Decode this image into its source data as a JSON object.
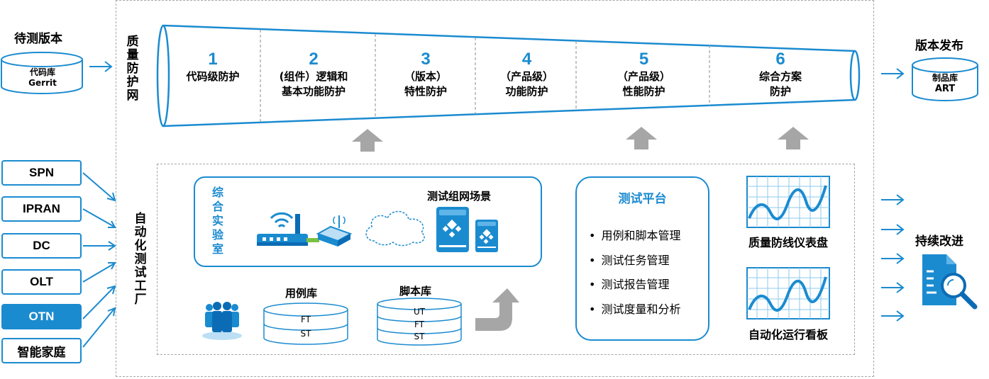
{
  "source": {
    "title": "待测版本",
    "db_line1": "代码库",
    "db_line2": "Gerrit"
  },
  "release": {
    "title": "版本发布",
    "db_line1": "制品库",
    "db_line2": "ART"
  },
  "quality_net_label": "质量防护网",
  "factory_label": "自动化测试工厂",
  "products": [
    "SPN",
    "IPRAN",
    "DC",
    "OLT",
    "OTN",
    "智能家庭"
  ],
  "active_product": "OTN",
  "stages": [
    {
      "num": "1",
      "line1": "代码级防护",
      "line2": ""
    },
    {
      "num": "2",
      "line1": "(组件）逻辑和",
      "line2": "基本功能防护"
    },
    {
      "num": "3",
      "line1": "（版本）",
      "line2": "特性防护"
    },
    {
      "num": "4",
      "line1": "（产品级）",
      "line2": "功能防护"
    },
    {
      "num": "5",
      "line1": "（产品级）",
      "line2": "性能防护"
    },
    {
      "num": "6",
      "line1": "综合方案",
      "line2": "防护"
    }
  ],
  "lab": {
    "title": "综合实验室",
    "scene_label": "测试组网场景"
  },
  "case_lib": {
    "title": "用例库",
    "rows": [
      "FT",
      "ST"
    ]
  },
  "script_lib": {
    "title": "脚本库",
    "rows": [
      "UT",
      "FT",
      "ST"
    ]
  },
  "platform": {
    "title": "测试平台",
    "items": [
      "用例和脚本管理",
      "测试任务管理",
      "测试报告管理",
      "测试度量和分析"
    ]
  },
  "dashboard1": "质量防线仪表盘",
  "dashboard2": "自动化运行看板",
  "continuous": "持续改进",
  "colors": {
    "accent": "#1b8bd0",
    "dark_blue": "#0b6cb5",
    "gray_arrow": "#a6a6a6",
    "dash": "#a6a6a6"
  }
}
